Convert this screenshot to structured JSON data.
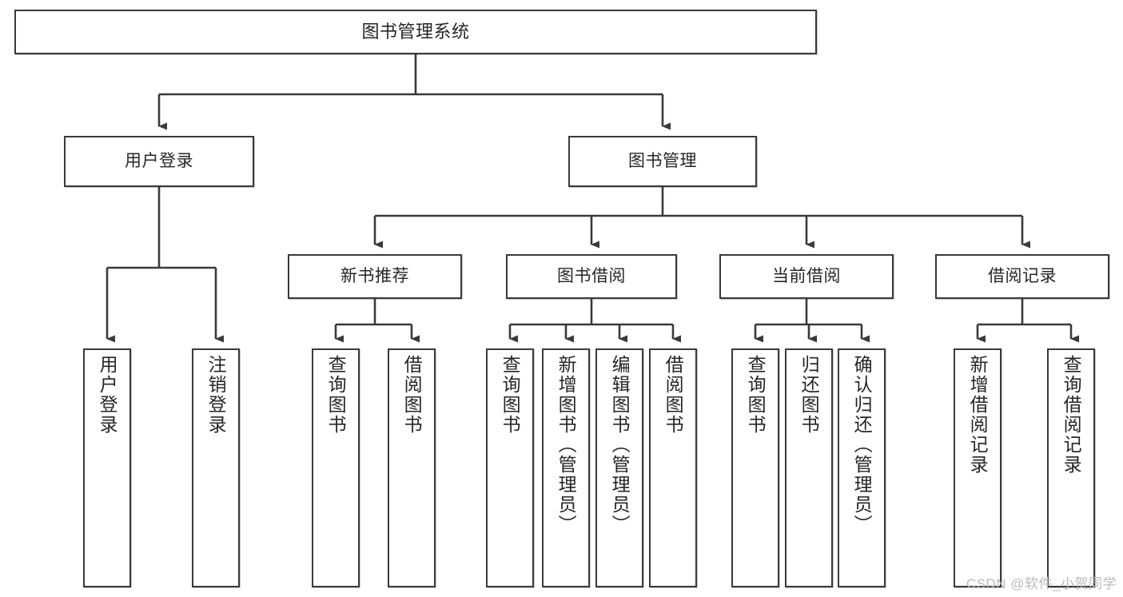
{
  "diagram": {
    "title": "图书管理系统",
    "watermark": "CSDN @软件_小贺同学",
    "colors": {
      "background": "#ffffff",
      "node_border": "#3a3a3a",
      "node_fill": "#ffffff",
      "edge": "#3a3a3a",
      "text": "#262626",
      "watermark": "#b9b9b9"
    },
    "root": {
      "label": "图书管理系统"
    },
    "level1": [
      {
        "label": "用户登录"
      },
      {
        "label": "图书管理"
      }
    ],
    "level2": [
      {
        "label": "新书推荐"
      },
      {
        "label": "图书借阅"
      },
      {
        "label": "当前借阅"
      },
      {
        "label": "借阅记录"
      }
    ],
    "leaves": {
      "user_login": [
        {
          "label": "用户登录"
        },
        {
          "label": "注销登录"
        }
      ],
      "new_book": [
        {
          "label": "查询图书"
        },
        {
          "label": "借阅图书"
        }
      ],
      "book_borrow": [
        {
          "label": "查询图书"
        },
        {
          "label": "新增图书（管理员）"
        },
        {
          "label": "编辑图书（管理员）"
        },
        {
          "label": "借阅图书"
        }
      ],
      "current_borrow": [
        {
          "label": "查询图书"
        },
        {
          "label": "归还图书"
        },
        {
          "label": "确认归还（管理员）"
        }
      ],
      "borrow_record": [
        {
          "label": "新增借阅记录"
        },
        {
          "label": "查询借阅记录"
        }
      ]
    }
  }
}
